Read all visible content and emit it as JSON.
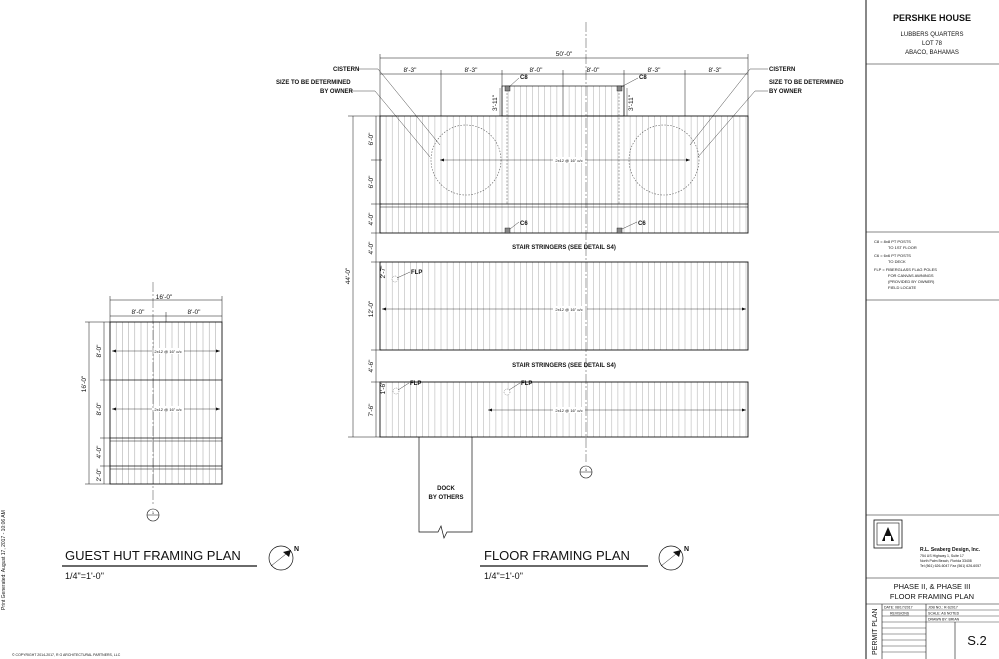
{
  "title_block": {
    "project": "PERSHKE HOUSE",
    "address_lines": [
      "LUBBERS QUARTERS",
      "LOT 78",
      "ABACO, BAHAMAS"
    ],
    "legend": [
      "C8 = 8x8 PT POSTS",
      "TO 1ST FLOOR",
      "C6 = 6x6 PT POSTS",
      "TO DECK",
      "FLP = FIBERGLASS FLAG POLES",
      "FOR CANVAS AWNINGS",
      "(PROVIDED BY OWNER)",
      "FIELD LOCATE"
    ],
    "firm_name": "R.L. Seaberg Design, Inc.",
    "firm_address": [
      "754 US Highway 1, Suite 17",
      "North Palm Beach, Florida 33408",
      "Tel (561) 626-6047  Fax (561) 626-6057"
    ],
    "sheet_title_lines": [
      "PHASE II, & PHASE III",
      "FLOOR FRAMING PLAN"
    ],
    "permit_label": "PERMIT PLAN",
    "date_label": "DATE: 08/17/2017",
    "revisions_label": "REVISIONS",
    "job_no_label": "JOB NO.: R-S2017",
    "scale_label": "SCALE: AS NOTED",
    "drawn_by_label": "DRAWN BY: BRIAN",
    "sheet_number": "S.2"
  },
  "guest_hut_plan": {
    "title": "GUEST HUT FRAMING PLAN",
    "scale": "1/4\"=1'-0\"",
    "dim_overall_width": "16'-0\"",
    "dim_bays": [
      "8'-0\"",
      "8'-0\""
    ],
    "dim_overall_depth": "16'-0\"",
    "dim_left_segments": [
      "8'-0\"",
      "8'-0\"",
      "4'-0\"",
      "2'-0\""
    ],
    "joist_labels": [
      "2x12 @ 16\" o/c",
      "2x12 @ 16\" o/c"
    ],
    "section_marker": "1"
  },
  "floor_plan": {
    "title": "FLOOR FRAMING PLAN",
    "scale": "1/4\"=1'-0\"",
    "dim_overall_width": "50'-0\"",
    "dim_bays": [
      "8'-3\"",
      "8'-3\"",
      "8'-0\"",
      "8'-0\"",
      "8'-3\"",
      "8'-3\""
    ],
    "dim_overall_depth": "44'-0\"",
    "dim_left_segments": [
      "6'-0\"",
      "6'-0\"",
      "4'-0\"",
      "4'-0\"",
      "12'-0\"",
      "4'-6\"",
      "7'-6\""
    ],
    "dim_small": [
      "3'-11\"",
      "3'-11\"",
      "2'-7\"",
      "1'-6\""
    ],
    "cistern_label": "CISTERN",
    "cistern_note_lines": [
      "SIZE TO BE DETERMINED",
      "BY OWNER"
    ],
    "post_label": "C8",
    "post_label_c6": "C6",
    "stair_note": "STAIR STRINGERS (SEE DETAIL S4)",
    "joist_label": "2x12 @ 16\" o/c",
    "flp_label": "FLP",
    "dock_lines": [
      "DOCK",
      "BY OTHERS"
    ],
    "section_marker": "1"
  },
  "margin": {
    "copyright": "© COPYRIGHT 2014-2017, R G ARCHITECTURAL PARTNERS, LLC",
    "file_info": "Print Generated: August 17, 2017 - 10:06 AM"
  },
  "north_arrow": "N",
  "colors": {
    "line": "#111111",
    "paper": "#ffffff",
    "hidden": "#666666"
  }
}
